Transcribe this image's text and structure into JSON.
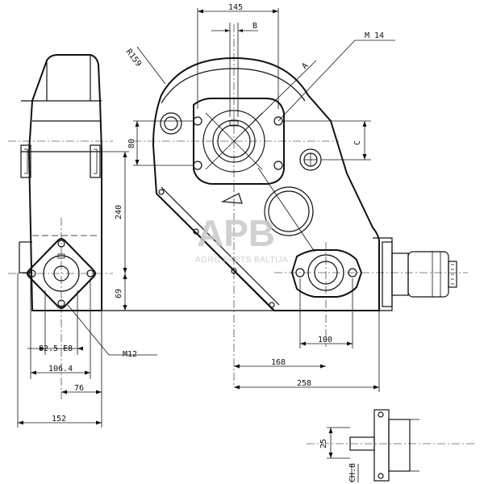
{
  "drawing": {
    "dimensions": {
      "top_width": "145",
      "key_b": "B",
      "radius": "R159",
      "thread_top": "M 14",
      "angle": "A",
      "height_80": "80",
      "height_c": "C",
      "height_240": "240",
      "height_69": "69",
      "width_82": "82.5 E8",
      "width_106": "106.4",
      "width_76": "76",
      "width_152": "152",
      "thread_bottom": "M12",
      "width_100": "100",
      "width_168": "168",
      "width_258": "258",
      "shaft_25": "25",
      "shaft_ch8": "CH.8"
    },
    "watermark": {
      "logo": "APB",
      "caption": "AGRO PARTS BALTIJA"
    }
  }
}
